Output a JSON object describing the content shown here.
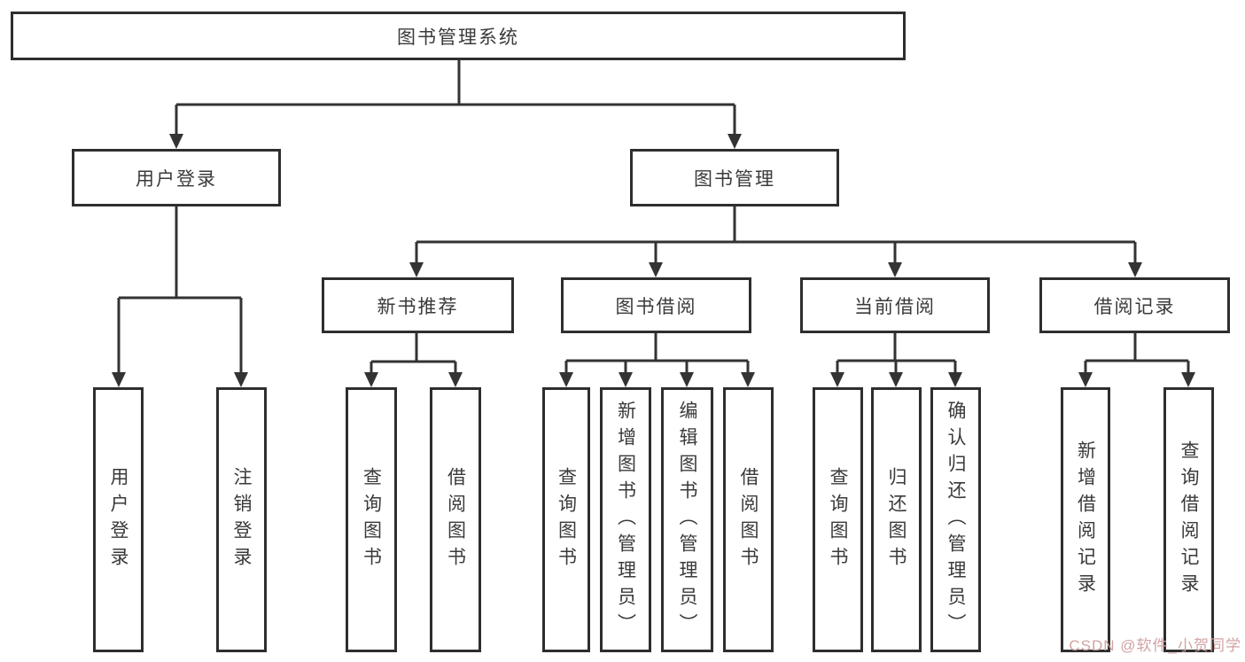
{
  "diagram": {
    "type": "function-structure-tree",
    "root": {
      "label": "图书管理系统"
    },
    "level2": [
      {
        "label": "用户登录"
      },
      {
        "label": "图书管理"
      }
    ],
    "level3": [
      {
        "label": "新书推荐"
      },
      {
        "label": "图书借阅"
      },
      {
        "label": "当前借阅"
      },
      {
        "label": "借阅记录"
      }
    ],
    "leaves": {
      "user_login": [
        "用户登录",
        "注销登录"
      ],
      "new_book": [
        "查询图书",
        "借阅图书"
      ],
      "book_borrow": [
        "查询图书",
        "新增图书（管理员）",
        "编辑图书（管理员）",
        "借阅图书"
      ],
      "current_borrow": [
        "查询图书",
        "归还图书",
        "确认归还（管理员）"
      ],
      "borrow_records": [
        "新增借阅记录",
        "查询借阅记录"
      ]
    },
    "hierarchy": {
      "图书管理系统": [
        "用户登录",
        "图书管理"
      ],
      "用户登录": [
        "用户登录",
        "注销登录"
      ],
      "图书管理": [
        "新书推荐",
        "图书借阅",
        "当前借阅",
        "借阅记录"
      ],
      "新书推荐": [
        "查询图书",
        "借阅图书"
      ],
      "图书借阅": [
        "查询图书",
        "新增图书（管理员）",
        "编辑图书（管理员）",
        "借阅图书"
      ],
      "当前借阅": [
        "查询图书",
        "归还图书",
        "确认归还（管理员）"
      ],
      "借阅记录": [
        "新增借阅记录",
        "查询借阅记录"
      ]
    },
    "colors": {
      "line": "#333333",
      "box_border": "#2e2e2e",
      "text": "#3a3a3a",
      "background": "#ffffff"
    }
  },
  "watermark": {
    "text": "CSDN @软件_小贺同学",
    "color": "#cf9e9e"
  }
}
